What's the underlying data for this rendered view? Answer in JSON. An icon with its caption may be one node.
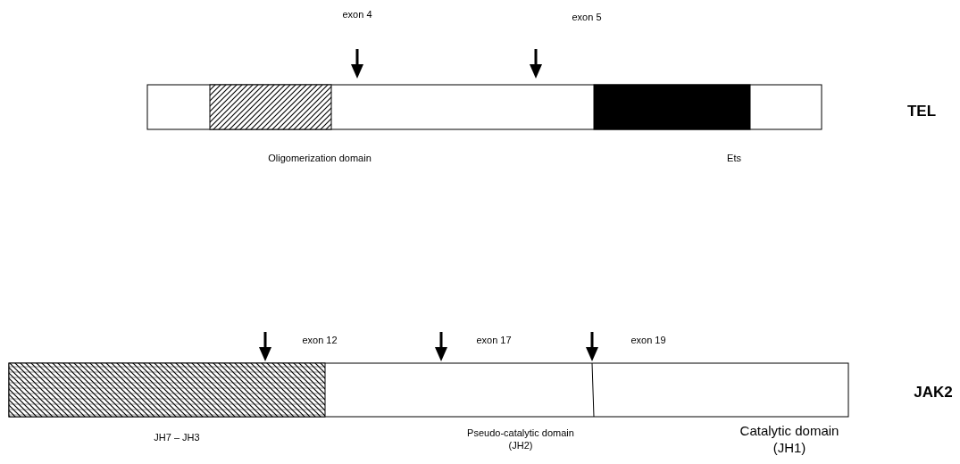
{
  "diagram": {
    "labels": [
      "exon 4",
      "exon 5",
      "TEL",
      "Oligomerization domain",
      "Ets",
      "exon 12",
      "exon 17",
      "exon 19",
      "JAK2",
      "JH7 – JH3",
      "Pseudo-catalytic domain (JH2)",
      "Catalytic domain (JH1)"
    ]
  }
}
